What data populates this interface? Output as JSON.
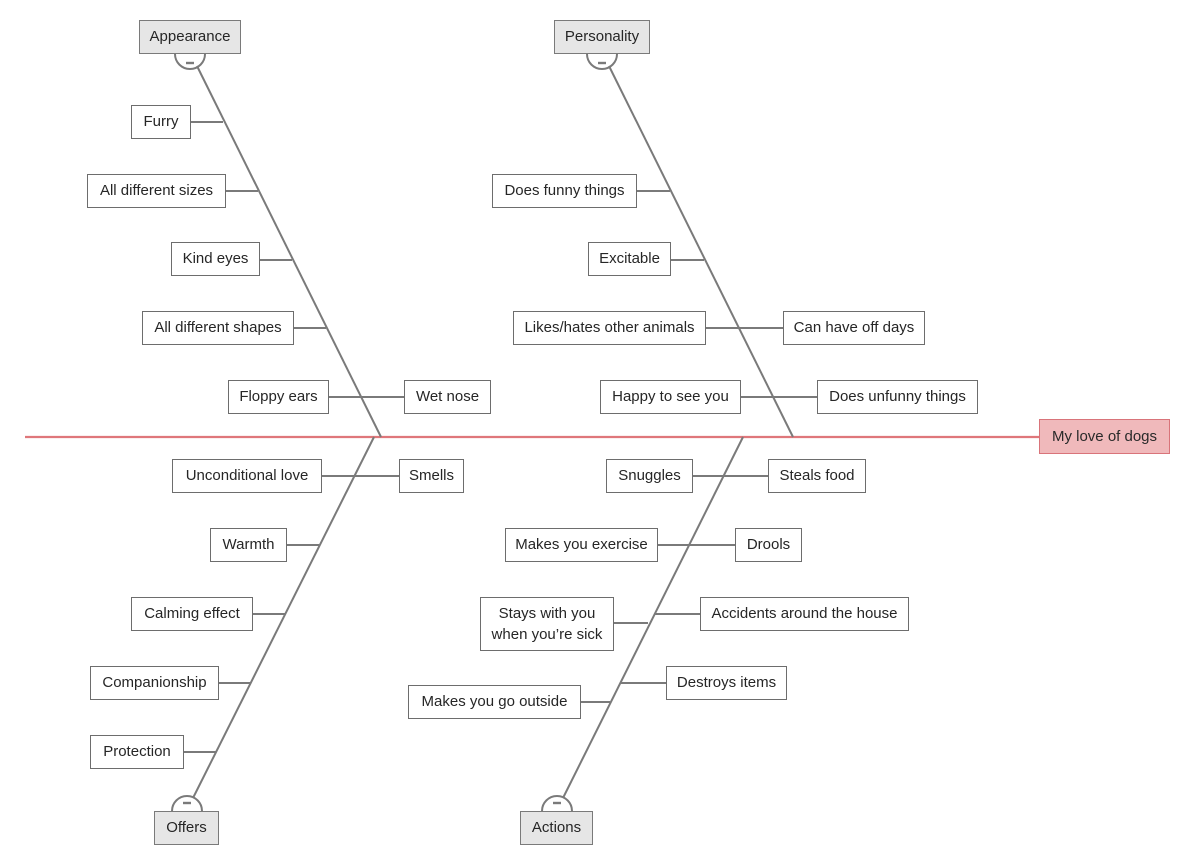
{
  "colors": {
    "spine": "#df777b",
    "line": "#7a7a7a",
    "category_fill": "#e6e6e6",
    "effect_fill": "#f0b9bb",
    "effect_border": "#d9747a"
  },
  "effect": {
    "label": "My love of dogs"
  },
  "categories": {
    "appearance": {
      "label": "Appearance",
      "causes": {
        "furry": "Furry",
        "sizes": "All different sizes",
        "kind_eyes": "Kind eyes",
        "shapes": "All different shapes",
        "floppy_ears": "Floppy ears",
        "wet_nose": "Wet nose"
      }
    },
    "personality": {
      "label": "Personality",
      "causes": {
        "funny": "Does funny things",
        "excitable": "Excitable",
        "animals": "Likes/hates other animals",
        "off_days": "Can have off days",
        "happy": "Happy to see you",
        "unfunny": "Does unfunny things"
      }
    },
    "offers": {
      "label": "Offers",
      "causes": {
        "love": "Unconditional love",
        "smells": "Smells",
        "warmth": "Warmth",
        "calming": "Calming effect",
        "companionship": "Companionship",
        "protection": "Protection"
      }
    },
    "actions": {
      "label": "Actions",
      "causes": {
        "snuggles": "Snuggles",
        "steals": "Steals food",
        "exercise": "Makes you exercise",
        "drools": "Drools",
        "sick": "Stays with you when you’re sick",
        "accidents": "Accidents around the house",
        "destroys": "Destroys items",
        "outside": "Makes you go outside"
      }
    }
  }
}
